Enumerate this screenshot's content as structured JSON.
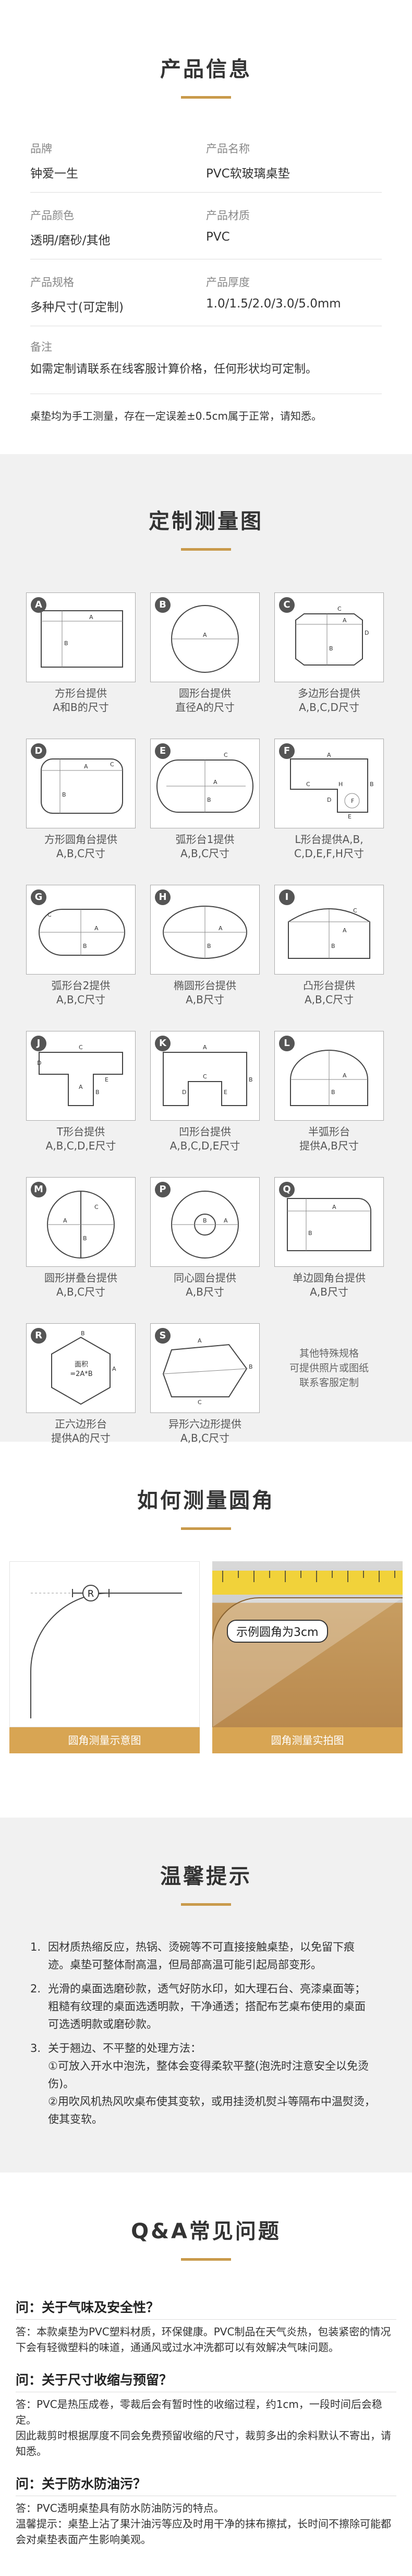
{
  "product_info": {
    "title": "产品信息",
    "rows": [
      [
        {
          "label": "品牌",
          "value": "钟爱一生"
        },
        {
          "label": "产品名称",
          "value": "PVC软玻璃桌垫"
        }
      ],
      [
        {
          "label": "产品颜色",
          "value": "透明/磨砂/其他"
        },
        {
          "label": "产品材质",
          "value": "PVC"
        }
      ],
      [
        {
          "label": "产品规格",
          "value": "多种尺寸(可定制)"
        },
        {
          "label": "产品厚度",
          "value": "1.0/1.5/2.0/3.0/5.0mm"
        }
      ]
    ],
    "note_label": "备注",
    "note_text": "如需定制请联系在线客服计算价格，任何形状均可定制。",
    "handmade_note": "桌垫均为手工测量，存在一定误差±0.5cm属于正常，请知悉。"
  },
  "measure": {
    "title": "定制测量图",
    "items": [
      {
        "letter": "A",
        "caption": "方形台提供\nA和B的尺寸",
        "shape": "rect"
      },
      {
        "letter": "B",
        "caption": "圆形台提供\n直径A的尺寸",
        "shape": "circle"
      },
      {
        "letter": "C",
        "caption": "多边形台提供\nA,B,C,D尺寸",
        "shape": "octagon"
      },
      {
        "letter": "D",
        "caption": "方形圆角台提供\nA,B,C尺寸",
        "shape": "roundrect"
      },
      {
        "letter": "E",
        "caption": "弧形台1提供\nA,B,C尺寸",
        "shape": "arc1"
      },
      {
        "letter": "F",
        "caption": "L形台提供A,B,\nC,D,E,F,H尺寸",
        "shape": "lshape"
      },
      {
        "letter": "G",
        "caption": "弧形台2提供\nA,B,C尺寸",
        "shape": "stadium"
      },
      {
        "letter": "H",
        "caption": "椭圆形台提供\nA,B尺寸",
        "shape": "ellipse"
      },
      {
        "letter": "I",
        "caption": "凸形台提供\nA,B,C尺寸",
        "shape": "convex"
      },
      {
        "letter": "J",
        "caption": "T形台提供\nA,B,C,D,E尺寸",
        "shape": "tshape"
      },
      {
        "letter": "K",
        "caption": "凹形台提供\nA,B,C,D,E尺寸",
        "shape": "concave"
      },
      {
        "letter": "L",
        "caption": "半弧形台\n提供A,B尺寸",
        "shape": "halfarc"
      },
      {
        "letter": "M",
        "caption": "圆形拼叠台提供\nA,B,C尺寸",
        "shape": "circlesplit"
      },
      {
        "letter": "P",
        "caption": "同心圆台提供\nA,B尺寸",
        "shape": "concentric"
      },
      {
        "letter": "Q",
        "caption": "单边圆角台提供\nA,B尺寸",
        "shape": "onecorner"
      },
      {
        "letter": "R",
        "caption": "正六边形台\n提供A的尺寸",
        "shape": "hexagon",
        "inner_text": "面积\n=2A*B"
      },
      {
        "letter": "S",
        "caption": "异形六边形提供\nA,B,C尺寸",
        "shape": "irregularhex"
      },
      {
        "letter": "",
        "caption": "",
        "shape": "text",
        "plain_text": "其他特殊规格\n可提供照片或图纸\n联系客服定制"
      }
    ]
  },
  "corner": {
    "title": "如何测量圆角",
    "left_caption": "圆角测量示意图",
    "right_caption": "圆角测量实拍图",
    "badge": "示例圆角为3cm",
    "r_label": "R"
  },
  "tips": {
    "title": "温馨提示",
    "items": [
      {
        "num": "1.",
        "text": "因材质热缩反应，热锅、烫碗等不可直接接触桌垫，以免留下痕迹。桌垫可整体耐高温，但局部高温可能引起局部变形。"
      },
      {
        "num": "2.",
        "text": "光滑的桌面选磨砂款，透气好防水印，如大理石台、亮漆桌面等；粗糙有纹理的桌面选透明款，干净通透；搭配布艺桌布使用的桌面可选透明款或磨砂款。"
      },
      {
        "num": "3.",
        "text": "关于翘边、不平整的处理方法：\n①可放入开水中泡洗，整体会变得柔软平整(泡洗时注意安全以免烫伤)。\n②用吹风机热风吹桌布使其变软，或用挂烫机熨斗等隔布中温熨烫，使其变软。"
      }
    ]
  },
  "qa": {
    "title": "Q&A常见问题",
    "items": [
      {
        "q": "问：关于气味及安全性？",
        "a": "答：本款桌垫为PVC塑料材质，环保健康。PVC制品在天气炎热，包装紧密的情况下会有轻微塑料的味道，通通风或过水冲洗都可以有效解决气味问题。"
      },
      {
        "q": "问：关于尺寸收缩与预留？",
        "a": "答：PVC是热压成卷，零裁后会有暂时性的收缩过程，约1cm，一段时间后会稳定。\n因此裁剪时根据厚度不同会免费预留收缩的尺寸，裁剪多出的余料默认不寄出，请知悉。"
      },
      {
        "q": "问：关于防水防油污？",
        "a": "答：PVC透明桌垫具有防水防油防污的特点。\n温馨提示：桌垫上沾了果汁油污等应及时用干净的抹布擦拭，长时间不擦除可能都会对桌垫表面产生影响美观。"
      }
    ]
  }
}
